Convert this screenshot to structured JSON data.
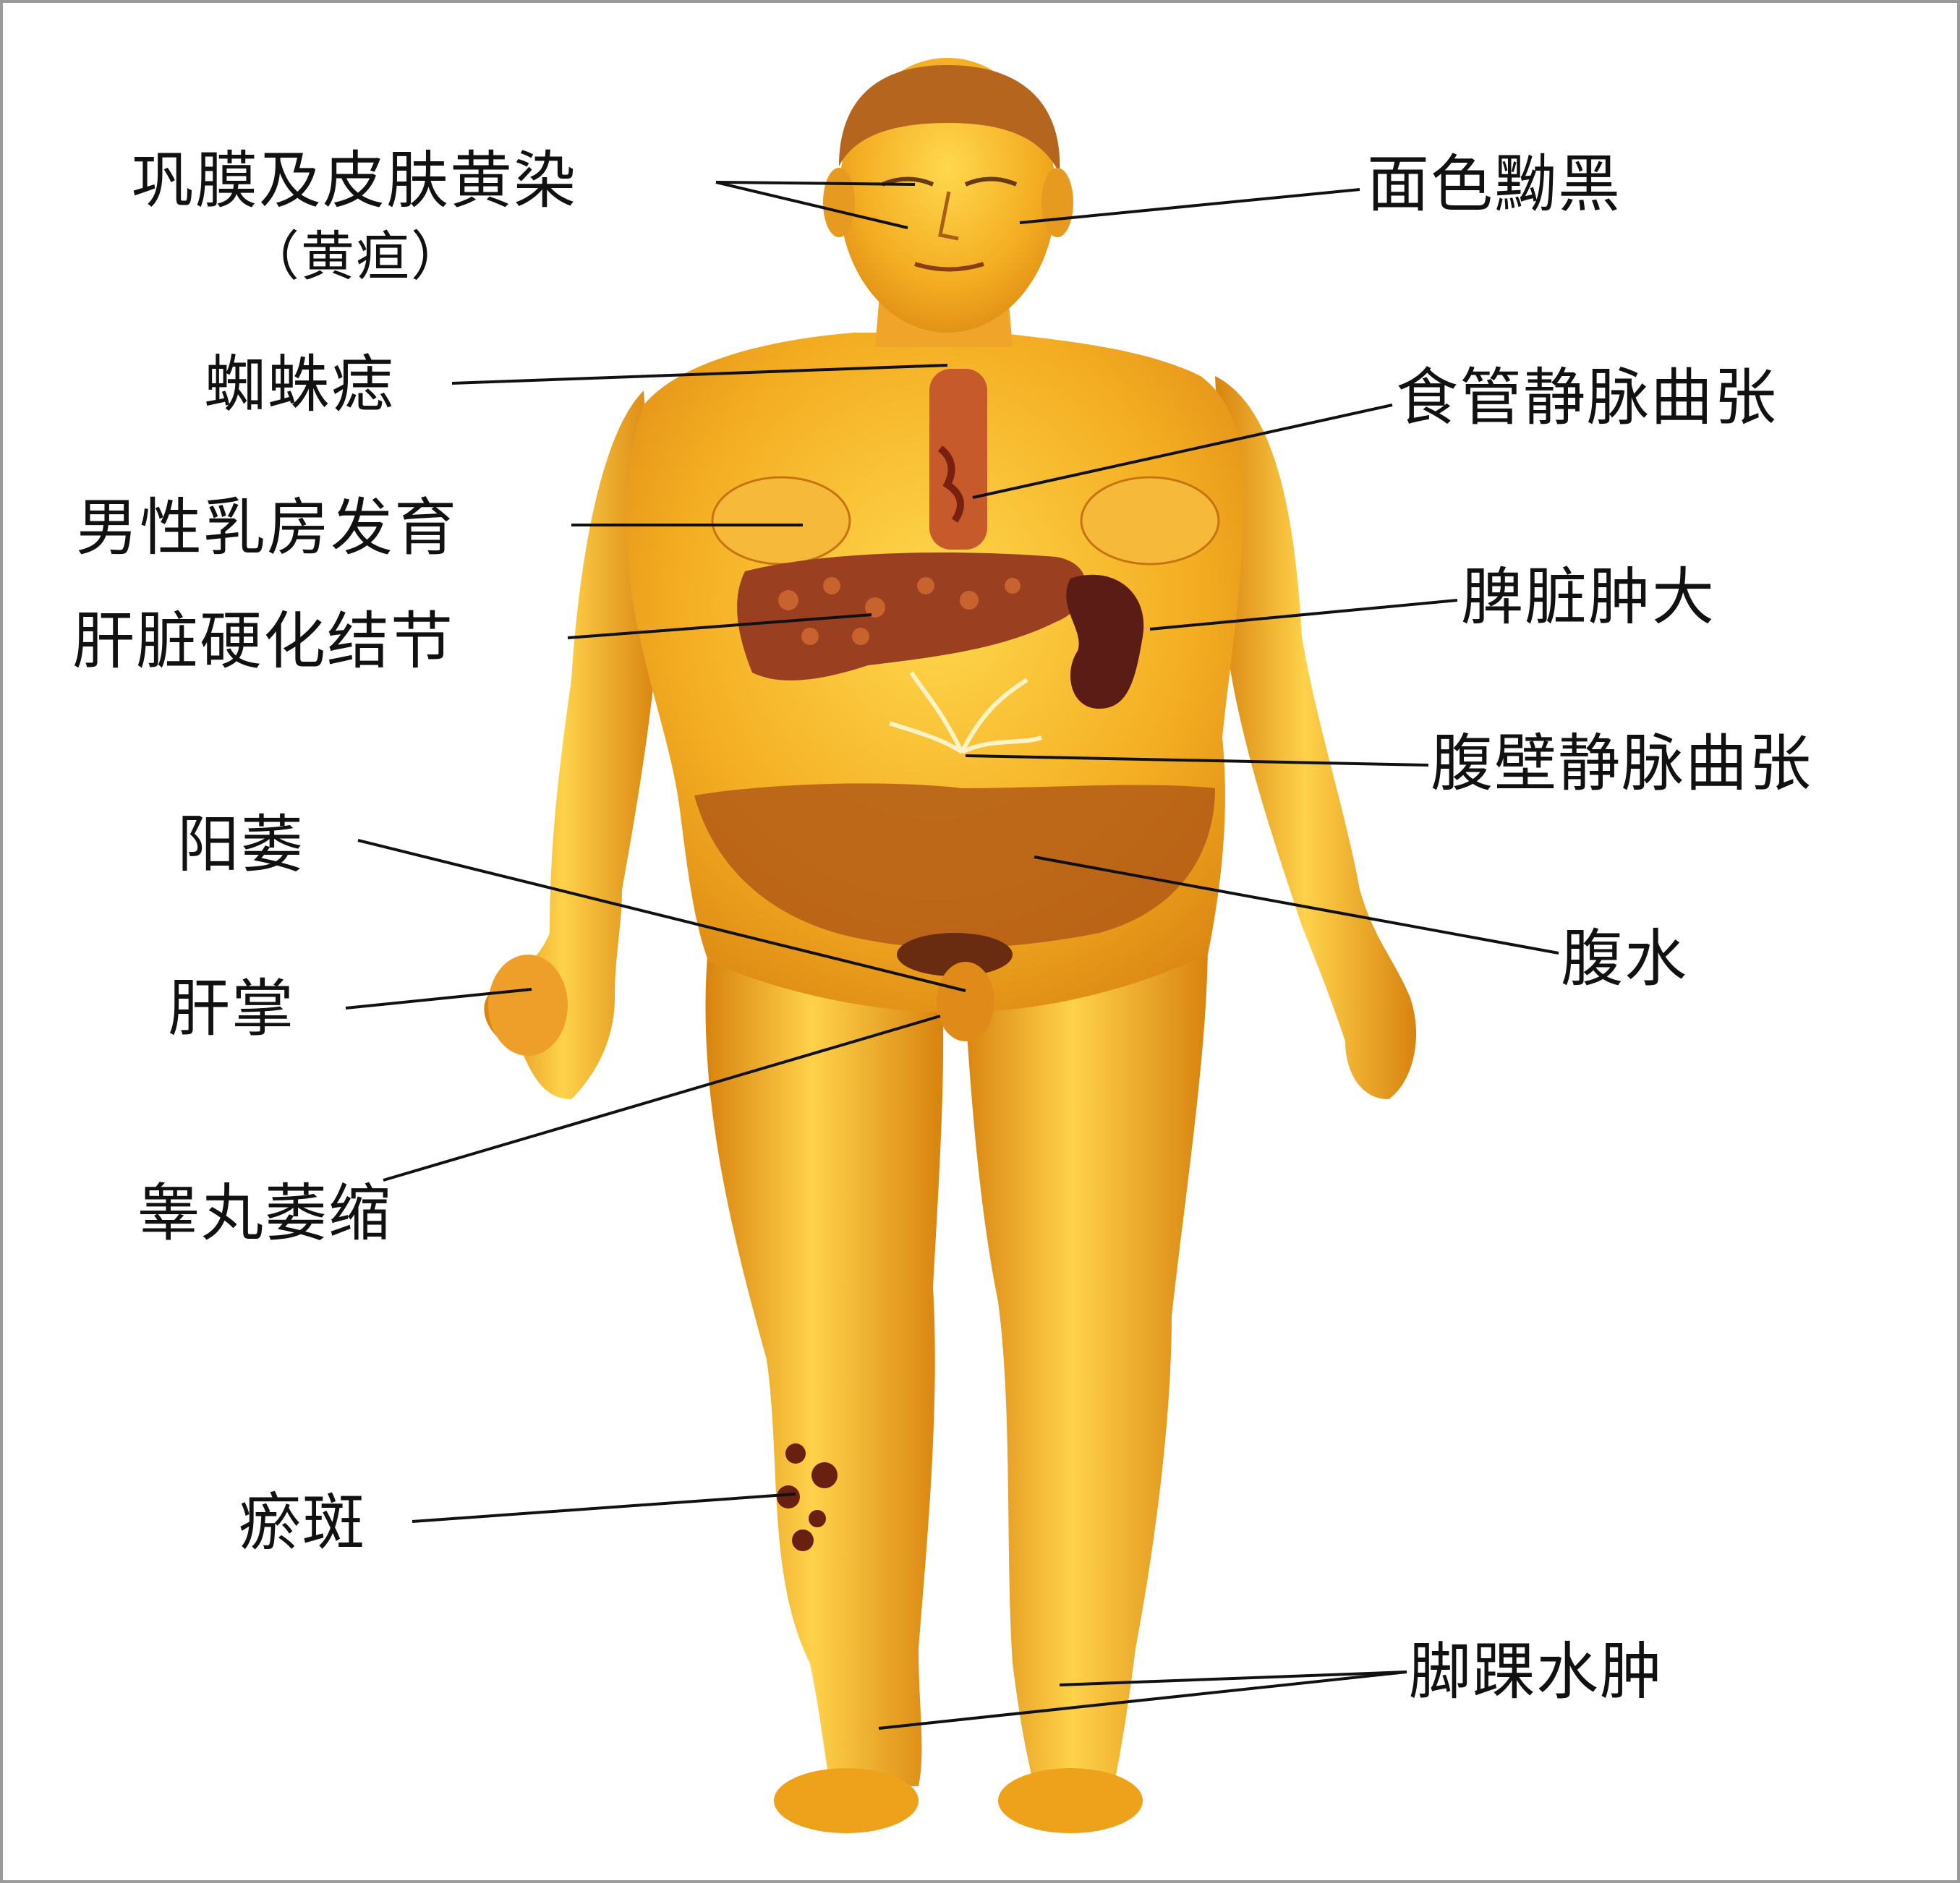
{
  "colors": {
    "skin_light": "#f8c33a",
    "skin_mid": "#eea21c",
    "skin_shadow": "#c77410",
    "liver": "#9a3f1f",
    "spleen": "#5a1c14",
    "ascites": "#b35a16",
    "hair": "#b5651d",
    "leader_line": "#111111",
    "text": "#111111"
  },
  "labels": {
    "jaundice": "巩膜及皮肤黄染",
    "jaundice_sub": "（黄疸）",
    "dark_face": "面色黝黑",
    "spider_nevus": "蜘蛛痣",
    "esophageal_varices": "食管静脉曲张",
    "gynecomastia": "男性乳房发育",
    "liver_nodules": "肝脏硬化结节",
    "splenomegaly": "脾脏肿大",
    "abdominal_wall_varices": "腹壁静脉曲张",
    "impotence": "阳萎",
    "ascites": "腹水",
    "palmar_erythema": "肝掌",
    "testicular_atrophy": "睾丸萎缩",
    "ecchymosis": "瘀斑",
    "ankle_edema": "脚踝水肿"
  }
}
